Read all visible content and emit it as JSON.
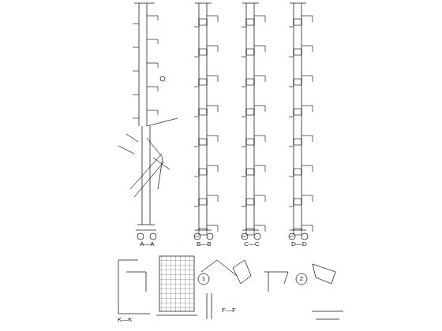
{
  "diagram": {
    "nodes": [
      {
        "text": [
          "1"
        ]
      },
      {
        "text": [
          "2"
        ]
      }
    ],
    "labels": [
      "A—A",
      "B—B",
      "C—C",
      "D—D",
      "K—K",
      "F—F"
    ]
  }
}
